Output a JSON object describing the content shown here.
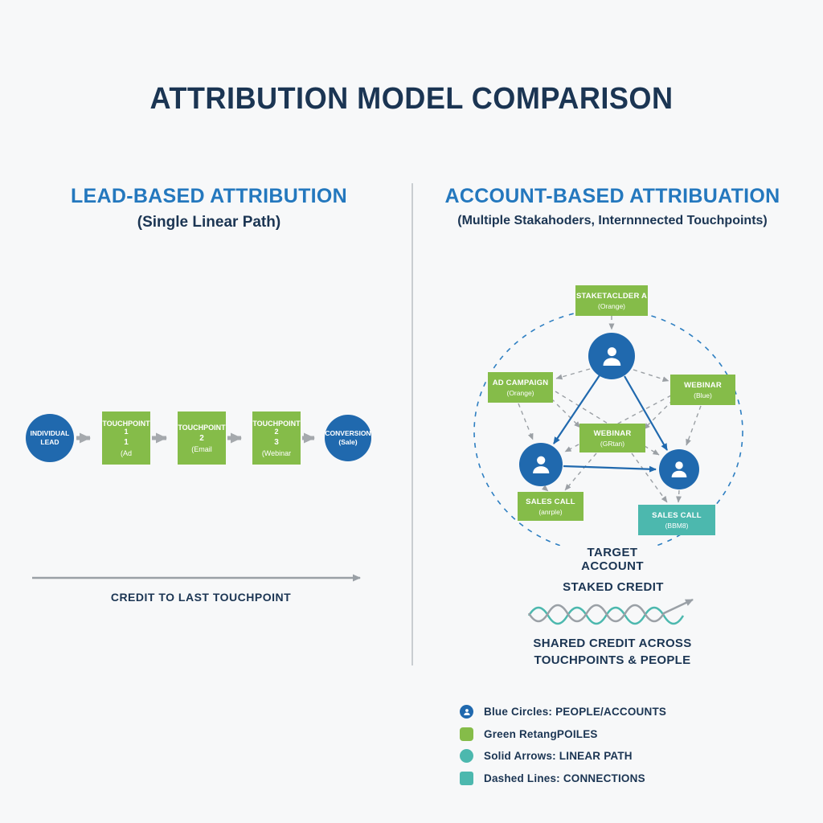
{
  "title": "ATTRIBUTION MODEL COMPARISON",
  "colors": {
    "navy": "#1b3553",
    "heading_blue": "#2478be",
    "node_blue": "#2069ae",
    "green": "#85bc49",
    "teal": "#4cb8ae",
    "gray_arrow": "#9aa0a6",
    "background": "#f7f8f9"
  },
  "left": {
    "heading": "LEAD-BASED ATTRIBUTION",
    "subtitle": "(Single Linear Path)",
    "start": {
      "line1": "INDIVIDUAL",
      "line2": "LEAD"
    },
    "touchpoints": [
      {
        "line1": "TOUCHPOINT 1",
        "line2": "1",
        "line3": "(Ad"
      },
      {
        "line1": "TOUCHPOINT",
        "line2": "2",
        "line3": "(Email"
      },
      {
        "line1": "TOUCHPOINT 2",
        "line2": "3",
        "line3": "(Webinar"
      }
    ],
    "end": {
      "line1": "CONVERSION",
      "line2": "(Sale)"
    },
    "credit_label": "CREDIT TO LAST TOUCHPOINT"
  },
  "right": {
    "heading": "ACCOUNT-BASED ATTRIBUATION",
    "subtitle": "(Multiple Stakahoders, Internnnected Touchpoints)",
    "boxes": {
      "top": {
        "line1": "STAKETACLDER A",
        "line2": "(Orange)"
      },
      "left": {
        "line1": "AD CAMPAIGN",
        "line2": "(Orange)"
      },
      "right": {
        "line1": "WEBINAR",
        "line2": "(Blue)"
      },
      "center": {
        "line1": "WEBINAR",
        "line2": "(GRtan)"
      },
      "bottom_left": {
        "line1": "SALES CALL",
        "line2": "(anrple)"
      },
      "bottom_right": {
        "line1": "SALES CALL",
        "line2": "(BBM8)"
      }
    },
    "target_label": "TARGET ACCOUNT",
    "staked_credit": "STAKED CREDIT",
    "shared_line1": "SHARED CREDIT ACROSS",
    "shared_line2": "TOUCHPOINTS & PEOPLE"
  },
  "legend": {
    "items": [
      {
        "icon": "person-circle",
        "label": "Blue Circles: PEOPLE/ACCOUNTS"
      },
      {
        "icon": "green-square",
        "label": "Green RetangPOILES"
      },
      {
        "icon": "teal-circle",
        "label": "Solid Arrows: LINEAR PATH"
      },
      {
        "icon": "teal-square",
        "label": "Dashed Lines: CONNECTIONS"
      }
    ]
  }
}
